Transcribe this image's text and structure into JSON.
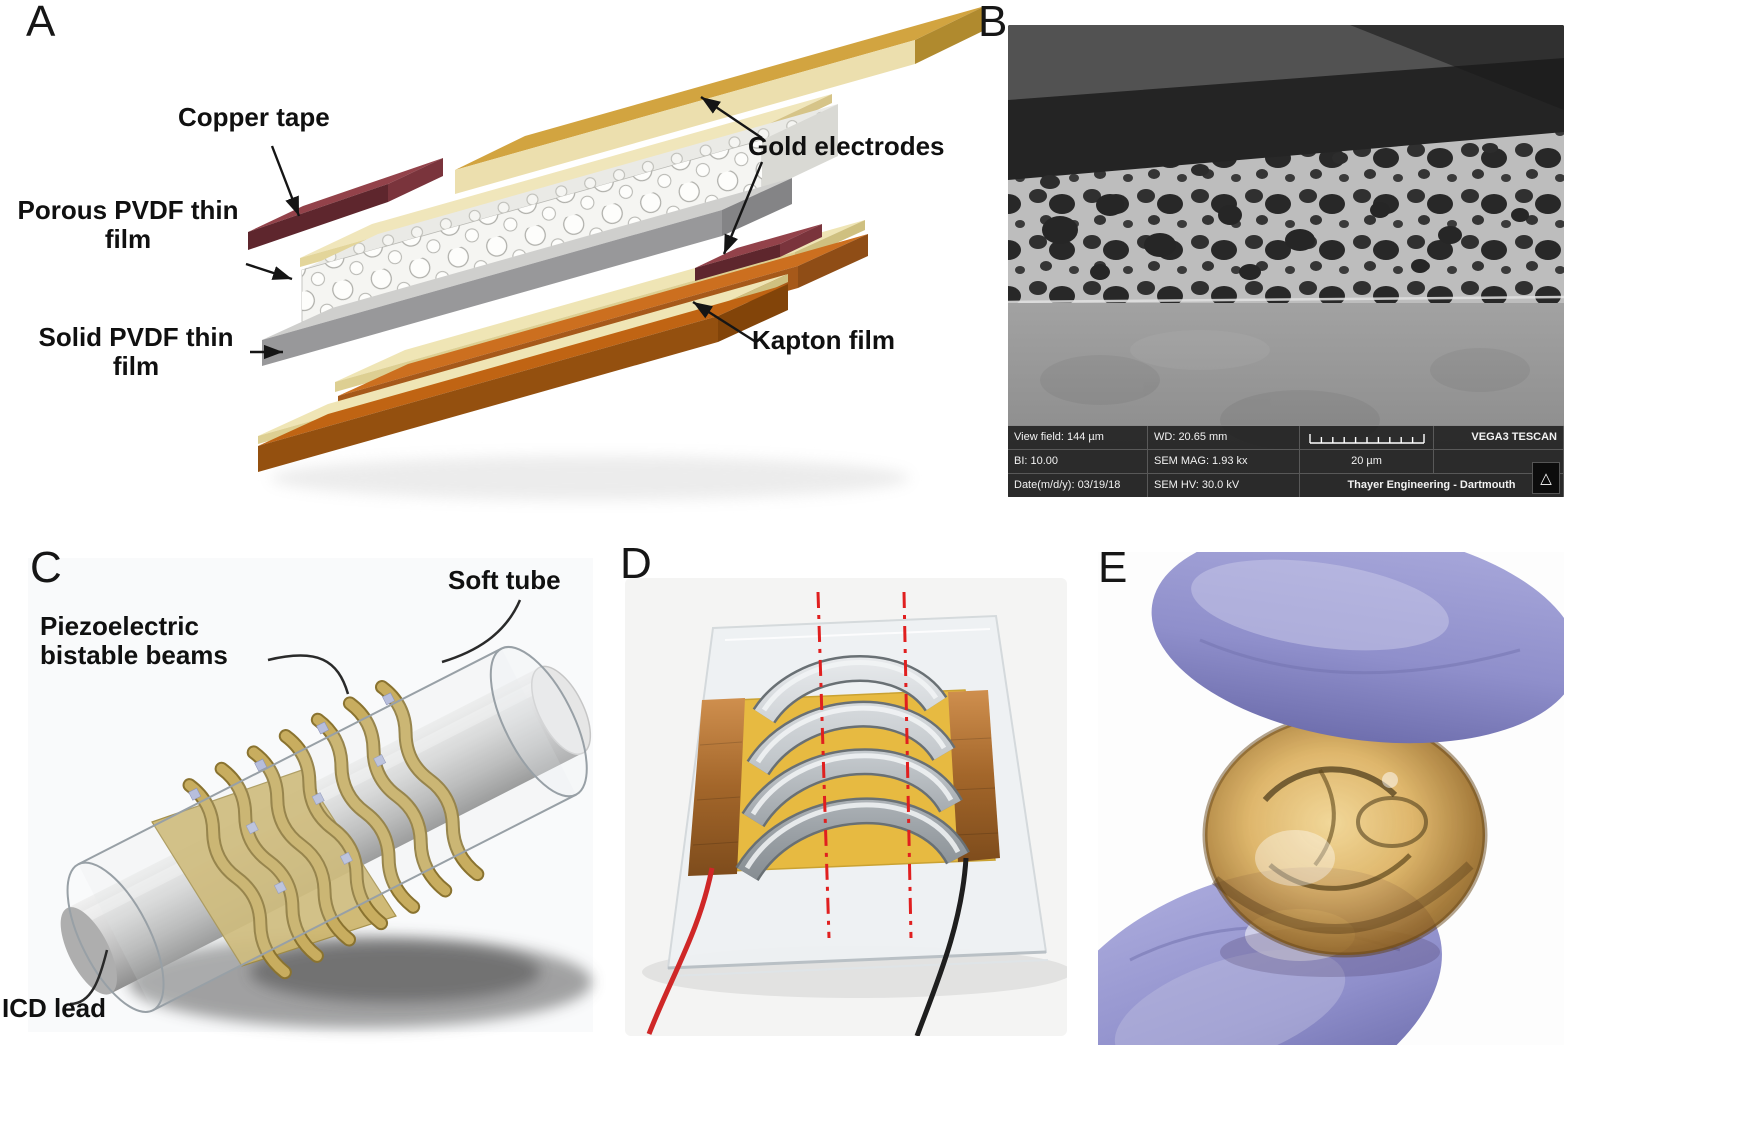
{
  "panels": {
    "a": {
      "letter": "A",
      "labels": {
        "copper_tape": "Copper tape",
        "porous_pvdf": "Porous PVDF thin film",
        "solid_pvdf": "Solid PVDF thin film",
        "gold_electrodes": "Gold electrodes",
        "kapton_film": "Kapton film"
      }
    },
    "b": {
      "letter": "B",
      "sem_bar": {
        "view_field": "View field: 144 µm",
        "wd": "WD: 20.65 mm",
        "vendor": "VEGA3 TESCAN",
        "bi": "BI: 10.00",
        "sem_mag": "SEM MAG: 1.93 kx",
        "scale_label": "20 µm",
        "date": "Date(m/d/y): 03/19/18",
        "sem_hv": "SEM HV: 30.0 kV",
        "lab": "Thayer Engineering - Dartmouth"
      }
    },
    "c": {
      "letter": "C",
      "labels": {
        "soft_tube": "Soft tube",
        "piezo_beams": "Piezoelectric bistable beams",
        "icd_lead": "ICD lead"
      }
    },
    "d": {
      "letter": "D"
    },
    "e": {
      "letter": "E"
    }
  },
  "colors": {
    "gold_electrode": "#d2a440",
    "copper_tape": "#8c3a42",
    "kapton": "#c8651b",
    "pvdf_gray": "#98989a",
    "beam_gold": "#c8ad5f",
    "glove_purple": "#8f8fcb",
    "dash_line_red": "#e02020"
  }
}
